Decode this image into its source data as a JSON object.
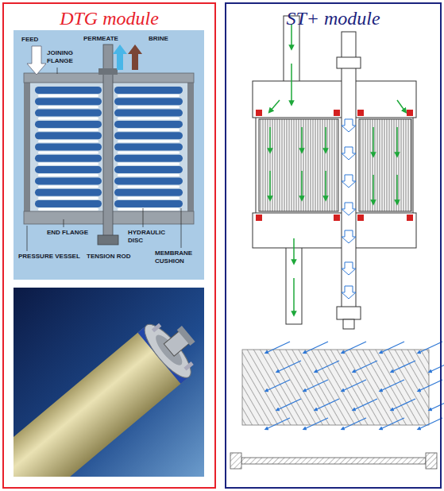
{
  "diagram": {
    "nodes": [
      {
        "text": [
          "DTG module"
        ]
      },
      {
        "text": [
          "ST+ module"
        ]
      }
    ],
    "labels": [
      "FEED",
      "PERMEATE",
      "BRINE",
      "JOINING FLANGE",
      "END FLANGE",
      "PRESSURE VESSEL",
      "HYDRAULIC DISC",
      "MEMBRANE CUSHION",
      "TENSION ROD"
    ]
  }
}
